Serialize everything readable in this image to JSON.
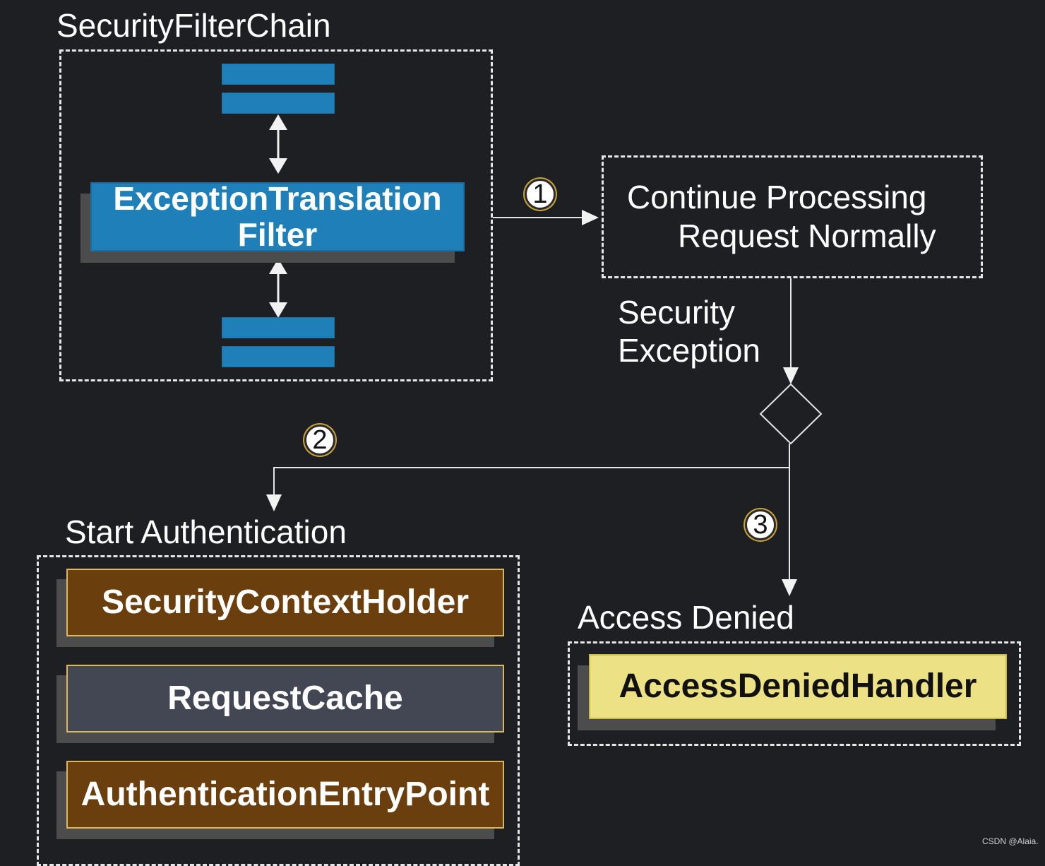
{
  "colors": {
    "background": "#1d1f23",
    "filter_blue": "#1e7fb9",
    "component_brown": "#6b3e0e",
    "component_slate": "#434653",
    "handler_yellow": "#ece285",
    "line": "#e6e6e6"
  },
  "security_filter_chain": {
    "title": "SecurityFilterChain",
    "exception_translation_filter": {
      "line1": "ExceptionTranslation",
      "line2": "Filter"
    }
  },
  "continue_box": {
    "line1": "Continue Processing",
    "line2": "Request Normally"
  },
  "security_exception": {
    "line1": "Security",
    "line2": "Exception"
  },
  "steps": {
    "one": "1",
    "two": "2",
    "three": "3"
  },
  "start_authentication": {
    "title": "Start Authentication",
    "items": [
      "SecurityContextHolder",
      "RequestCache",
      "AuthenticationEntryPoint"
    ]
  },
  "access_denied": {
    "title": "Access Denied",
    "handler": "AccessDeniedHandler"
  },
  "watermark": "CSDN @Alaia."
}
